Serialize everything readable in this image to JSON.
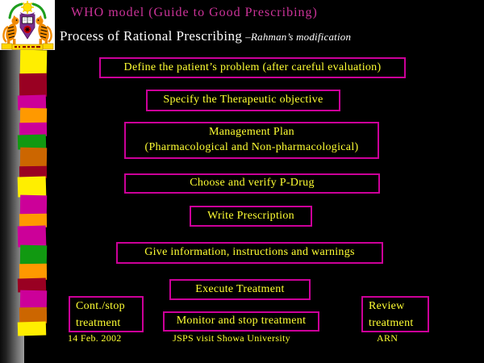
{
  "slide": {
    "title": "WHO model (Guide to Good Prescribing)",
    "subtitle": "Process of Rational Prescribing",
    "subtitle_annotation": "–Rahman’s modification",
    "footer": {
      "date": "14 Feb. 2002",
      "center": "JSPS visit Showa University",
      "right": "ARN"
    }
  },
  "flow_boxes": [
    {
      "label": "Define the patient’s problem (after careful evaluation)"
    },
    {
      "label": "Specify the Therapeutic objective"
    },
    {
      "label": "Management Plan\n(Pharmacological and Non-pharmacological)"
    },
    {
      "label": "Choose and verify P-Drug"
    },
    {
      "label": "Write Prescription"
    },
    {
      "label": "Give information, instructions and warnings"
    },
    {
      "label": "Execute Treatment"
    },
    {
      "label": "Monitor and stop treatment"
    }
  ],
  "side_boxes": {
    "left": {
      "label": "Cont./stop\ntreatment"
    },
    "right": {
      "label": "Review\ntreatment"
    }
  },
  "decor": {
    "emblem": "university-crest-with-tigers-sun-and-shield",
    "tie_segments": [
      {
        "color": "#FFEE00",
        "h": 31
      },
      {
        "color": "#990022",
        "h": 29
      },
      {
        "color": "#CC0099",
        "h": 18
      },
      {
        "color": "#FF9900",
        "h": 20
      },
      {
        "color": "#CC0099",
        "h": 17
      },
      {
        "color": "#119911",
        "h": 18
      },
      {
        "color": "#CC6600",
        "h": 25
      },
      {
        "color": "#990022",
        "h": 15
      },
      {
        "color": "#FFEE00",
        "h": 25
      },
      {
        "color": "#CC0099",
        "h": 25
      },
      {
        "color": "#FF9900",
        "h": 17
      },
      {
        "color": "#CC0099",
        "h": 26
      },
      {
        "color": "#119911",
        "h": 25
      },
      {
        "color": "#FF9900",
        "h": 20
      },
      {
        "color": "#990022",
        "h": 17
      },
      {
        "color": "#CC0099",
        "h": 23
      },
      {
        "color": "#CC6600",
        "h": 20
      },
      {
        "color": "#FFEE00",
        "h": 17
      }
    ]
  },
  "colors": {
    "background": "#000000",
    "box_border": "#CC0099",
    "box_text": "#FFFF33",
    "title": "#CC3399",
    "subtitle": "#FFFFFF",
    "footer_text": "#FFFF33"
  }
}
